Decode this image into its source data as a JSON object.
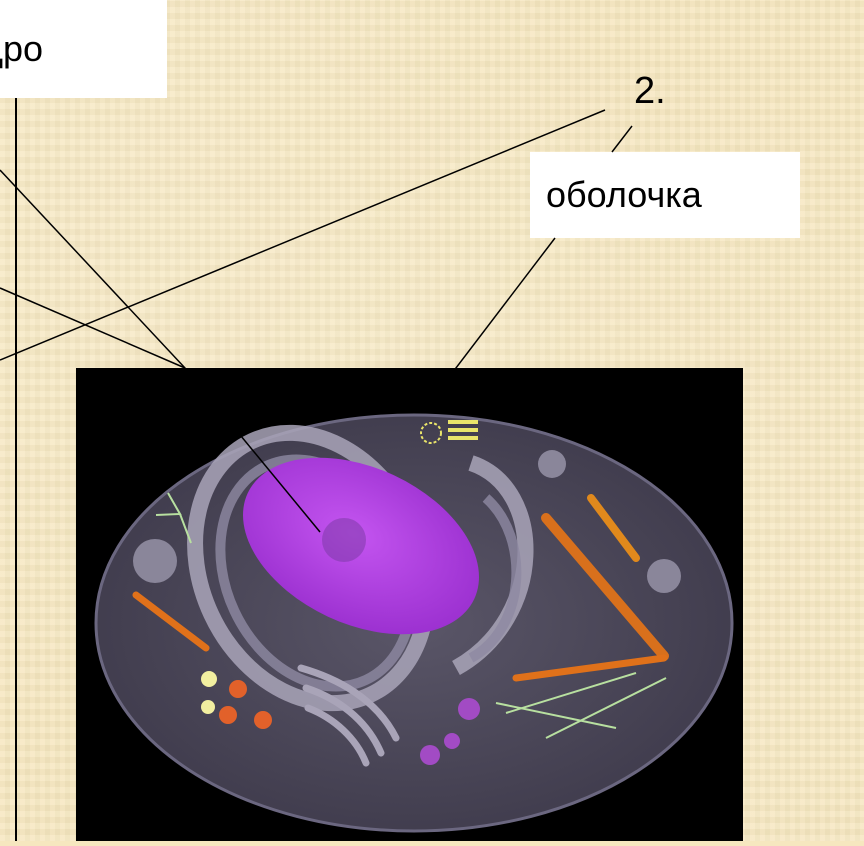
{
  "labels": {
    "nucleus": "дро",
    "membrane": "оболочка",
    "number": "2."
  },
  "colors": {
    "background": "#f6e7bf",
    "cytoplasm": "#4a4656",
    "nucleus": "#b23fe0",
    "organelle_gray": "#a9a4b8",
    "mitochondria": "#e0711a"
  }
}
